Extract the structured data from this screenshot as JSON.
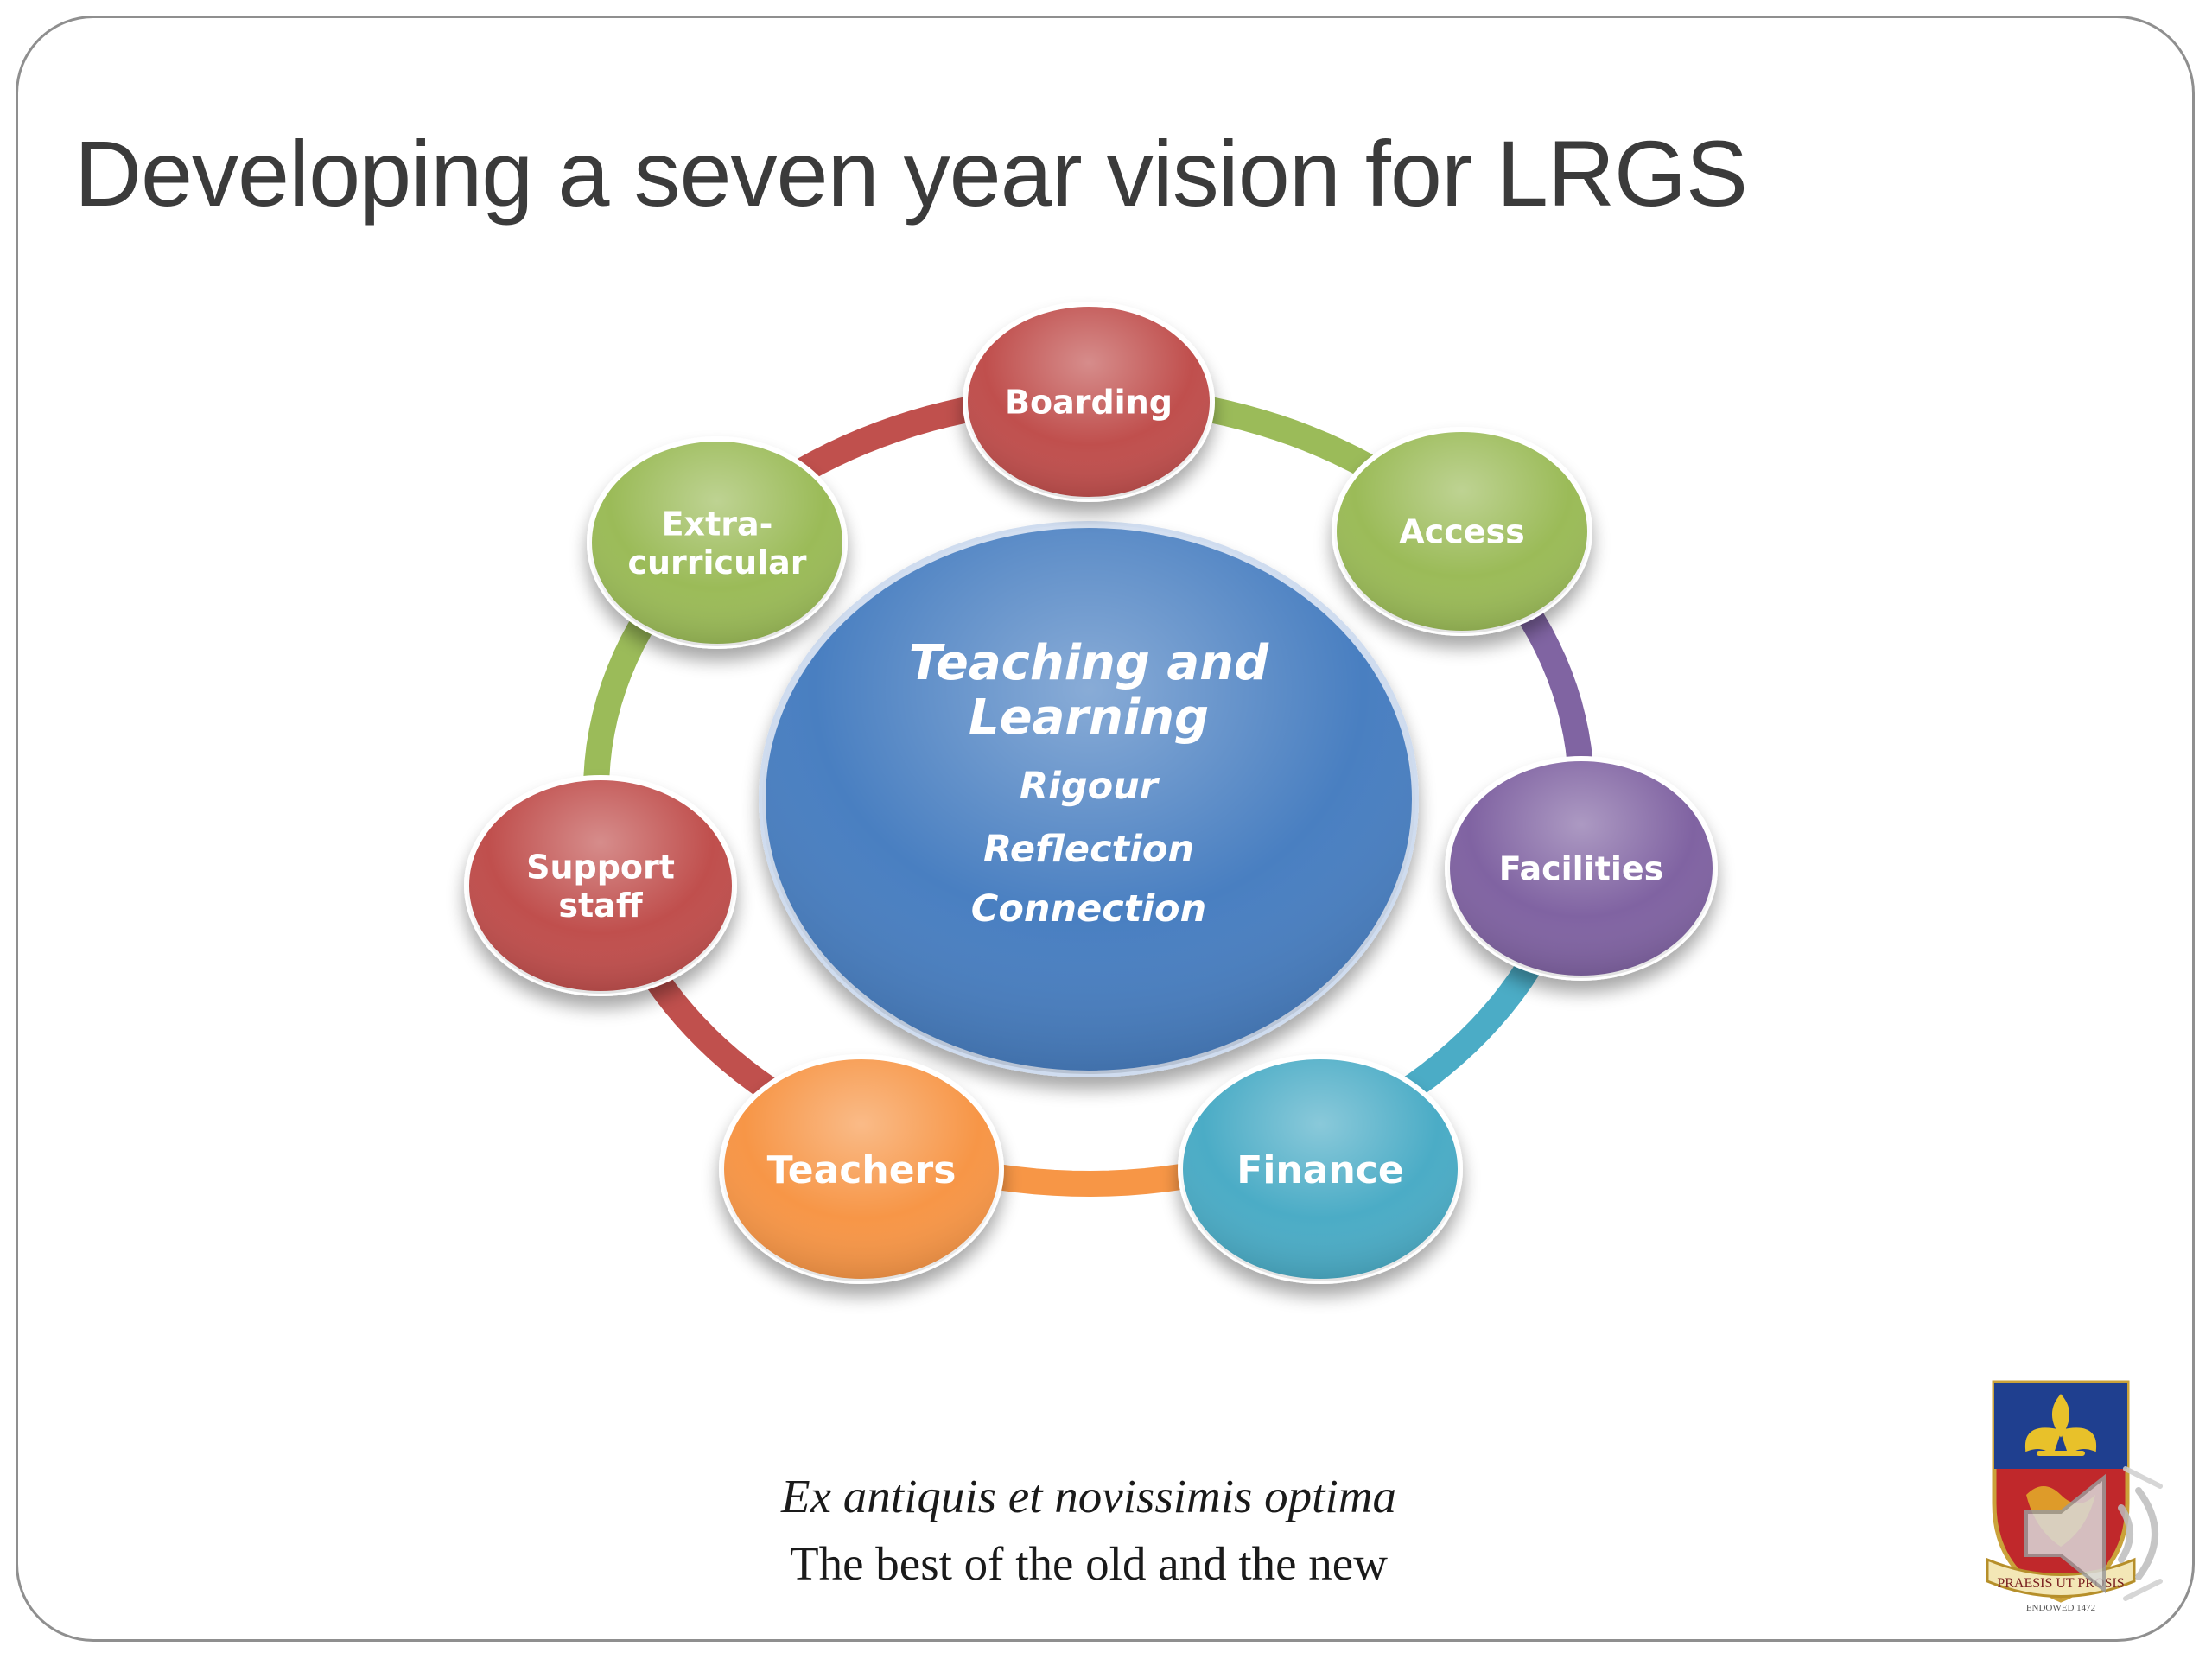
{
  "slide": {
    "title": "Developing a seven year vision for LRGS",
    "motto_latin": "Ex antiquis et novissimis optima",
    "motto_english": "The best of the old and the new"
  },
  "diagram": {
    "center": {
      "title_lines": [
        "Teaching and",
        "Learning"
      ],
      "subtitle_lines": [
        "Rigour",
        "Reflection",
        "Connection"
      ],
      "color": "#4a7fc1"
    },
    "nodes": [
      {
        "id": "boarding",
        "lines": [
          "Boarding"
        ],
        "color": "#c0504d"
      },
      {
        "id": "access",
        "lines": [
          "Access"
        ],
        "color": "#9bbb59"
      },
      {
        "id": "facilities",
        "lines": [
          "Facilities"
        ],
        "color": "#8064a2"
      },
      {
        "id": "finance",
        "lines": [
          "Finance"
        ],
        "color": "#4bacc6"
      },
      {
        "id": "teachers",
        "lines": [
          "Teachers"
        ],
        "color": "#f79646"
      },
      {
        "id": "support-staff",
        "lines": [
          "Support",
          "staff"
        ],
        "color": "#c0504d"
      },
      {
        "id": "extra-curricular",
        "lines": [
          "Extra-",
          "curricular"
        ],
        "color": "#9bbb59"
      }
    ]
  },
  "crest": {
    "label": "school-crest",
    "motto_text": "PRAESIS UT PROSIS",
    "endowed_text": "ENDOWED 1472",
    "shield_top": "#1f3f8f",
    "shield_bottom": "#c0282b",
    "fleur_color": "#e8c12a"
  },
  "audio": {
    "icon": "speaker-icon"
  }
}
